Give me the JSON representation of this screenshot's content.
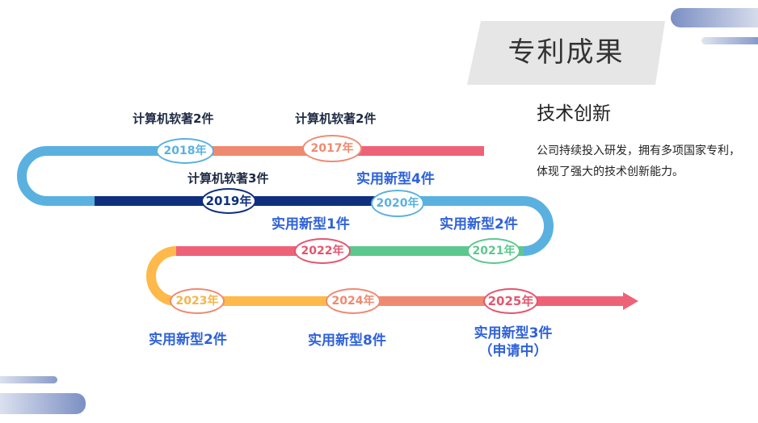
{
  "header": {
    "title": "专利成果"
  },
  "section": {
    "heading": "技术创新",
    "body": "公司持续投入研发，拥有多项国家专利，体现了强大的技术创新能力。"
  },
  "timeline": {
    "milestones": [
      {
        "year": "2018年",
        "label": "计算机软著2件",
        "color": "#5ab1e0"
      },
      {
        "year": "2017年",
        "label": "计算机软著2件",
        "color": "#ef8a70"
      },
      {
        "year": "2019年",
        "label": "计算机软著3件",
        "color": "#0f2f7e"
      },
      {
        "year": "2020年",
        "label": "实用新型4件",
        "color": "#5ab1e0"
      },
      {
        "year": "2021年",
        "label": "实用新型2件",
        "color": "#5bc98e"
      },
      {
        "year": "2022年",
        "label": "实用新型1件",
        "color": "#e3566e"
      },
      {
        "year": "2023年",
        "label": "实用新型2件",
        "color": "#f5b54a"
      },
      {
        "year": "2024年",
        "label": "实用新型8件",
        "color": "#ef8a70"
      },
      {
        "year": "2025年",
        "label": "实用新型3件",
        "sublabel": "（申请中）",
        "color": "#e3566e"
      }
    ]
  },
  "colors": {
    "blue": "#5ab1e0",
    "navy": "#0f2f7e",
    "salmon": "#ef8a70",
    "pink": "#ee6278",
    "green": "#5bc98e",
    "orange": "#ffb94a",
    "label_blue": "#2f62d8"
  }
}
